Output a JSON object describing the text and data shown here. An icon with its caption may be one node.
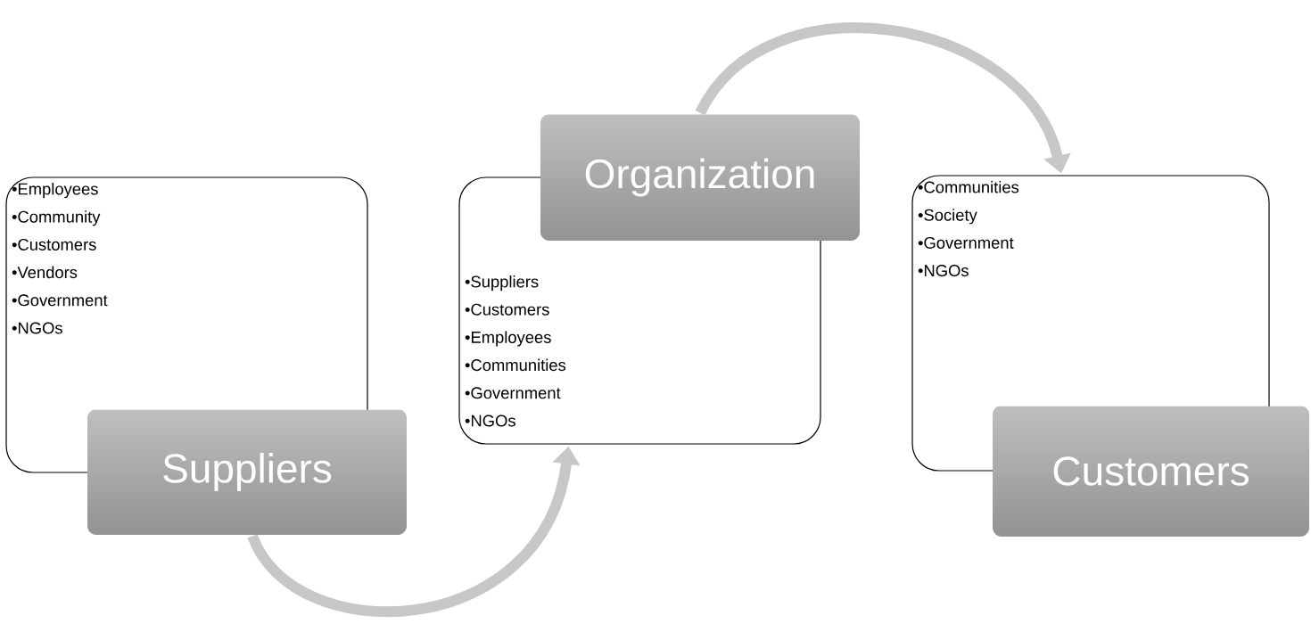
{
  "diagram": {
    "nodes": [
      {
        "text": [
          "•Employees",
          "•Community",
          "•Customers",
          "•Vendors",
          "•Government",
          "•NGOs"
        ]
      },
      {
        "text": [
          "Suppliers"
        ]
      },
      {
        "text": [
          "•Suppliers",
          "•Customers",
          "•Employees",
          "•Communities",
          "•Government",
          "•NGOs"
        ]
      },
      {
        "text": [
          "Organization"
        ]
      },
      {
        "text": [
          "•Communities",
          "•Society",
          "•Government",
          "•NGOs"
        ]
      },
      {
        "text": [
          "Customers"
        ]
      }
    ],
    "edges": [
      {
        "from": 1,
        "to": 2,
        "arrow": "to"
      },
      {
        "from": 3,
        "to": 4,
        "arrow": "to"
      }
    ]
  }
}
